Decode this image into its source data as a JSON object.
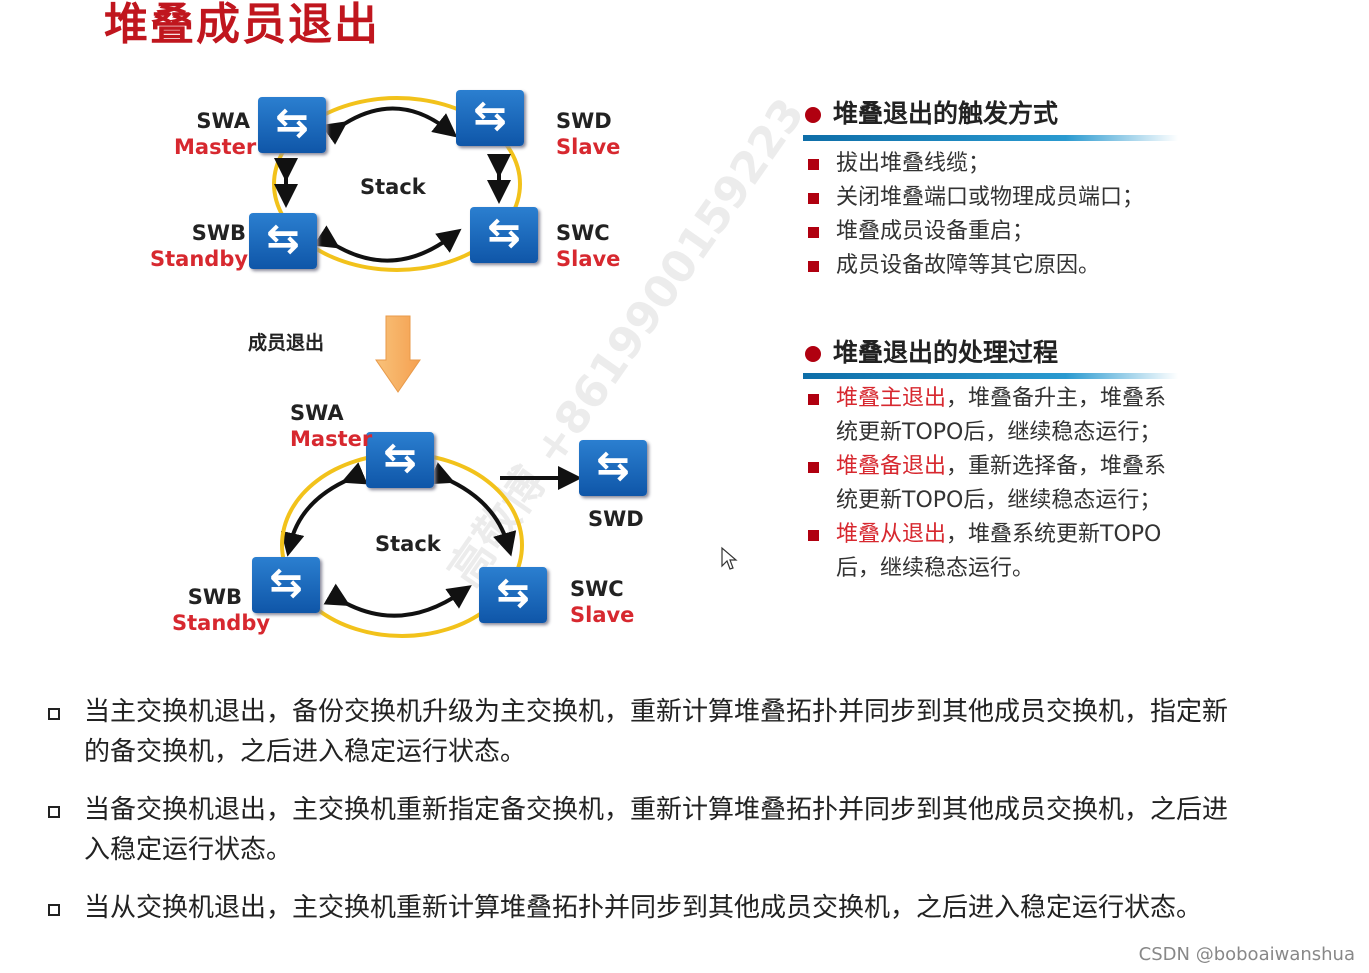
{
  "title": "堆叠成员退出",
  "diagram": {
    "top": {
      "stack": "Stack",
      "swa": {
        "name": "SWA",
        "role": "Master"
      },
      "swd": {
        "name": "SWD",
        "role": "Slave"
      },
      "swb": {
        "name": "SWB",
        "role": "Standby"
      },
      "swc": {
        "name": "SWC",
        "role": "Slave"
      }
    },
    "transition": "成员退出",
    "bottom": {
      "stack": "Stack",
      "swa": {
        "name": "SWA",
        "role": "Master"
      },
      "swd": {
        "name": "SWD"
      },
      "swb": {
        "name": "SWB",
        "role": "Standby"
      },
      "swc": {
        "name": "SWC",
        "role": "Slave"
      }
    }
  },
  "triggers": {
    "heading": "堆叠退出的触发方式",
    "items": [
      "拔出堆叠线缆；",
      "关闭堆叠端口或物理成员端口；",
      "堆叠成员设备重启；",
      "成员设备故障等其它原因。"
    ]
  },
  "process": {
    "heading": "堆叠退出的处理过程",
    "items": [
      {
        "key": "堆叠主退出",
        "rest": "，堆叠备升主，堆叠系",
        "cont": "统更新TOPO后，继续稳态运行；"
      },
      {
        "key": "堆叠备退出",
        "rest": "，重新选择备，堆叠系",
        "cont": "统更新TOPO后，继续稳态运行；"
      },
      {
        "key": "堆叠从退出",
        "rest": "，堆叠系统更新TOPO",
        "cont": "后，继续稳态运行。"
      }
    ]
  },
  "notes": [
    "当主交换机退出，备份交换机升级为主交换机，重新计算堆叠拓扑并同步到其他成员交换机，指定新的备交换机，之后进入稳定运行状态。",
    "当备交换机退出，主交换机重新指定备交换机，重新计算堆叠拓扑并同步到其他成员交换机，之后进入稳定运行状态。",
    "当从交换机退出，主交换机重新计算堆叠拓扑并同步到其他成员交换机，之后进入稳定运行状态。"
  ],
  "watermark": "高敬博 +8619900159223",
  "credit": "CSDN @boboaiwanshua",
  "icons": {
    "switch": "⇆"
  }
}
